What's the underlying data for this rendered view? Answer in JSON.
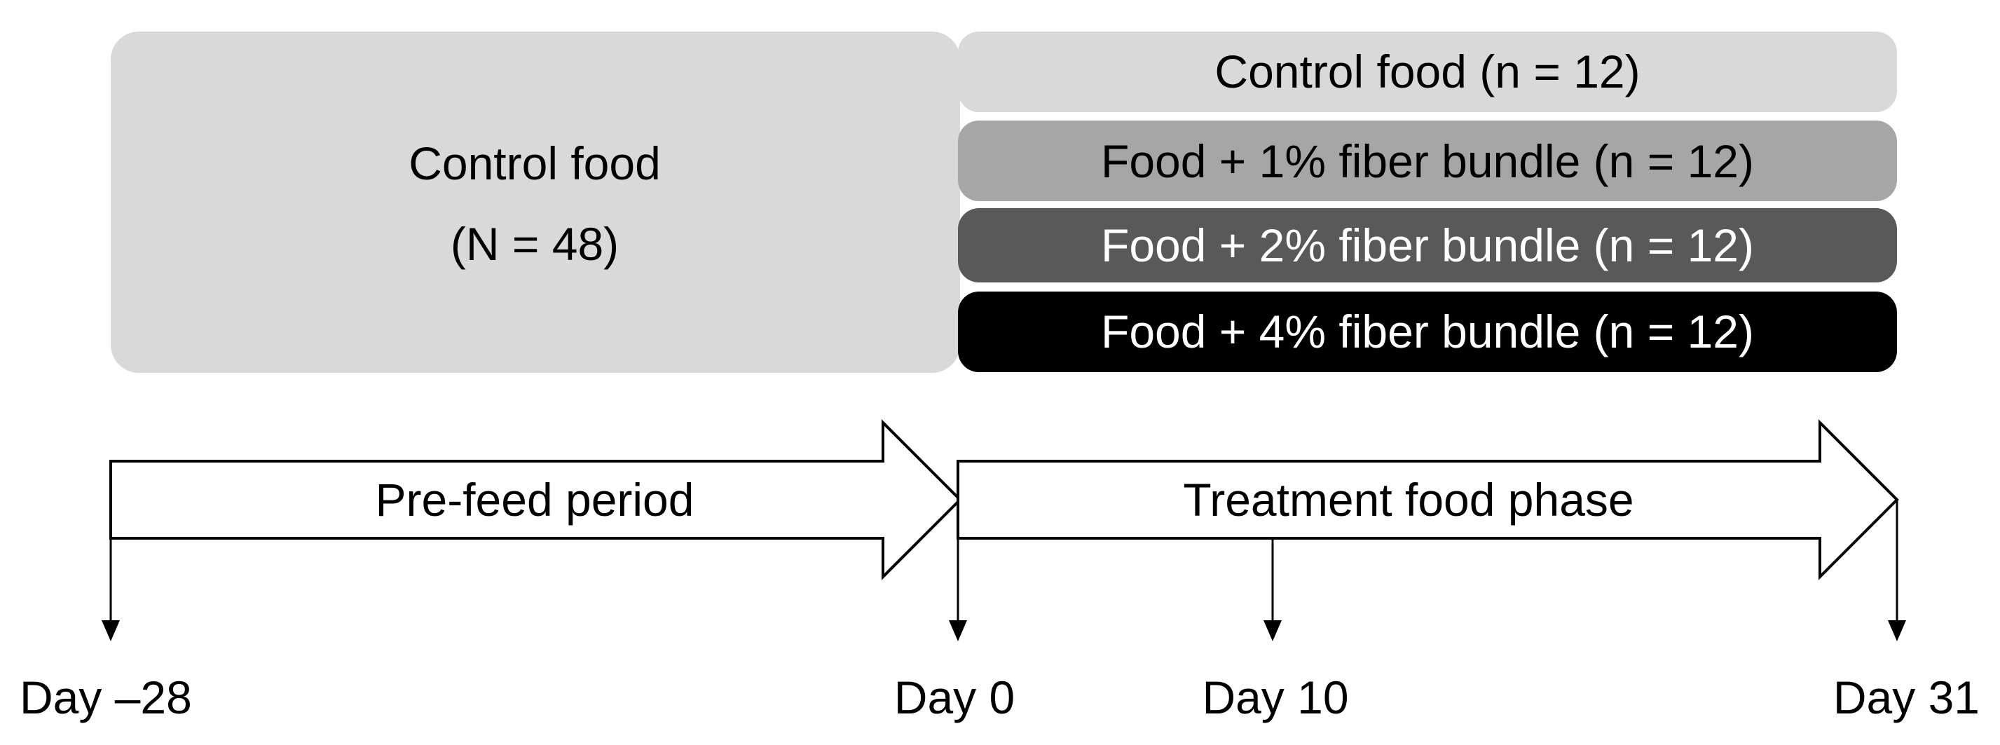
{
  "pre_feed_box": {
    "title": "Control food",
    "count": "(N = 48)",
    "color": "#d9d9d9"
  },
  "treatment_groups": [
    {
      "label": "Control food (n = 12)",
      "fill": "#d9d9d9",
      "text_color": "#000000"
    },
    {
      "label": "Food + 1% fiber bundle (n = 12)",
      "fill": "#a6a6a6",
      "text_color": "#000000"
    },
    {
      "label": "Food + 2% fiber bundle (n = 12)",
      "fill": "#595959",
      "text_color": "#ffffff"
    },
    {
      "label": "Food + 4% fiber bundle (n = 12)",
      "fill": "#000000",
      "text_color": "#ffffff"
    }
  ],
  "phases": [
    {
      "label": "Pre-feed period"
    },
    {
      "label": "Treatment food phase"
    }
  ],
  "timepoints": [
    {
      "label": "Day –28"
    },
    {
      "label": "Day 0"
    },
    {
      "label": "Day 10"
    },
    {
      "label": "Day 31"
    }
  ]
}
